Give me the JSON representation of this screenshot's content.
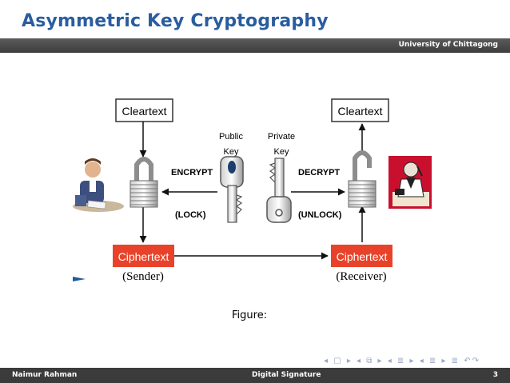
{
  "slide": {
    "title": "Asymmetric Key Cryptography",
    "institution": "University of Chittagong"
  },
  "figure": {
    "cleartext_left": "Cleartext",
    "cleartext_right": "Cleartext",
    "public_key_line1": "Public",
    "public_key_line2": "Key",
    "private_key_line1": "Private",
    "private_key_line2": "Key",
    "encrypt": "ENCRYPT",
    "decrypt": "DECRYPT",
    "lock": "(LOCK)",
    "unlock": "(UNLOCK)",
    "ciphertext_left": "Ciphertext",
    "ciphertext_right": "Ciphertext",
    "sender": "(Sender)",
    "receiver": "(Receiver)",
    "caption": "Figure:"
  },
  "footer": {
    "author": "Naimur Rahman",
    "talk_title": "Digital Signature",
    "page": "3"
  },
  "nav": {
    "symbols": "◂ ▢ ▸ ◂ ⧉ ▸ ◂ ≣ ▸ ◂ ≣ ▸   ≣   ↶↷"
  },
  "colors": {
    "title": "#2a5d9f",
    "bar": "#3d3d3d",
    "ciphertext_box": "#e8432a"
  }
}
